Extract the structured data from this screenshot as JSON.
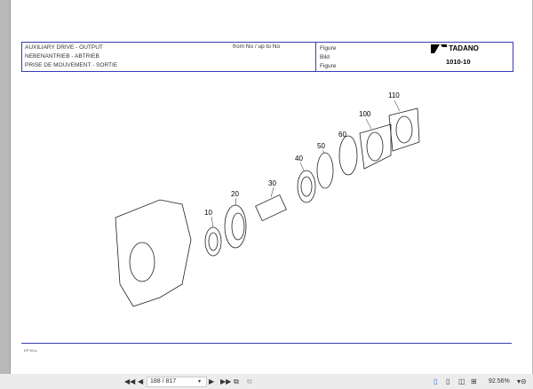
{
  "header": {
    "line1": "AUXILIARY DRIVE - OUTPUT",
    "line2": "NEBENANTRIEB - ABTRIEB",
    "line3": "PRISE DE MOUVEMENT - SORTIE",
    "from": "from No / up to No",
    "fig1": "Figure",
    "fig2": "Bild",
    "fig3": "Figure",
    "brand": "TADANO",
    "figure_number": "1010-10"
  },
  "callouts": [
    "10",
    "20",
    "30",
    "40",
    "50",
    "60",
    "100",
    "110"
  ],
  "footer": {
    "code": "KP 50-a"
  },
  "toolbar": {
    "page": "188 / 817",
    "zoom": "92.56%"
  },
  "colors": {
    "frame": "#3b3bb5"
  }
}
